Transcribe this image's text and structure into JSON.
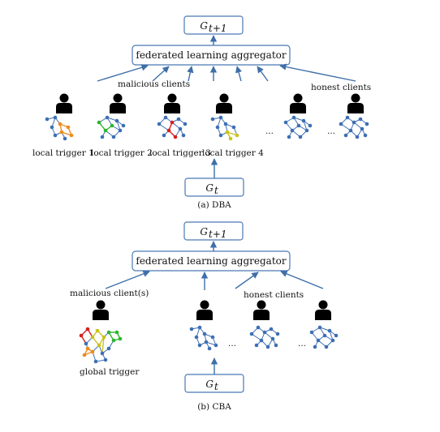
{
  "dba": {
    "caption": "(a) DBA",
    "top_box_base": "G",
    "top_box_sub": "t+1",
    "aggregator": "federated learning aggregator",
    "malicious_label": "malicious clients",
    "honest_label": "honest clients",
    "triggers": [
      "local trigger 1",
      "local trigger 2",
      "local trigger 3",
      "local trigger 4"
    ],
    "ellipsis": "...",
    "bottom_box_base": "G",
    "bottom_box_sub": "t"
  },
  "cba": {
    "caption": "(b) CBA",
    "top_box_base": "G",
    "top_box_sub": "t+1",
    "aggregator": "federated learning aggregator",
    "malicious_label": "malicious client(s)",
    "honest_label": "honest clients",
    "global_trigger": "global trigger",
    "ellipsis": "...",
    "bottom_box_base": "G",
    "bottom_box_sub": "t"
  },
  "colors": {
    "box_stroke": "#4a79b5",
    "arrow": "#3f6ea8",
    "node": "#3d6fb3",
    "edge": "#3d6fb3",
    "trigger_orange": "#f08a1c",
    "trigger_green": "#2db52d",
    "trigger_red": "#d81e1e",
    "trigger_yellow": "#c9c31a",
    "person": "#000000"
  },
  "icons": [
    "person-icon",
    "graph-icon"
  ]
}
